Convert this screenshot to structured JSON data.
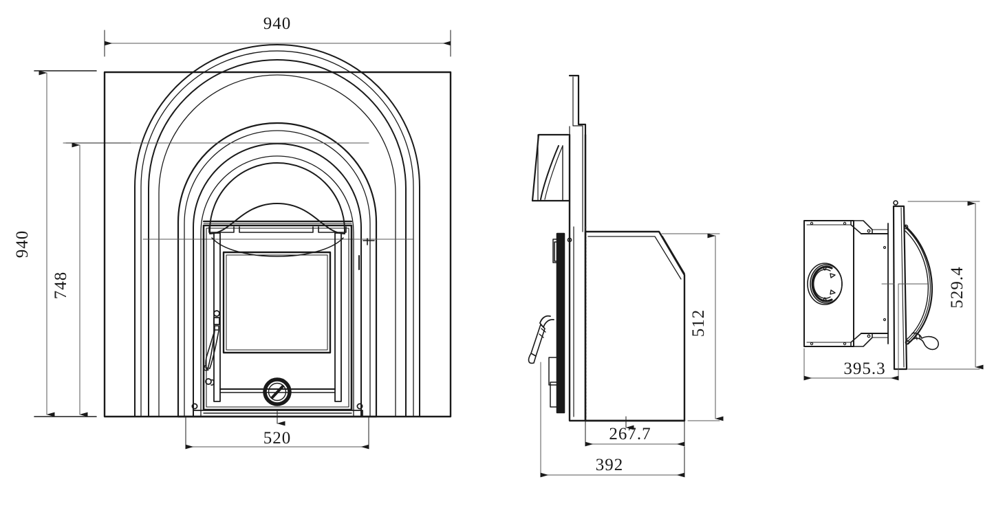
{
  "drawing": {
    "title": "Fireplace insert technical drawing",
    "units": "mm",
    "background_color": "#ffffff",
    "line_color": "#1a1a1a",
    "thin_line_color": "#555555",
    "text_color": "#1a1a1a"
  },
  "views": [
    {
      "id": "front-view",
      "name": "front-elevation",
      "label": ""
    },
    {
      "id": "side-view",
      "name": "side-elevation",
      "label": ""
    },
    {
      "id": "plan-view",
      "name": "plan-section-view",
      "label": ""
    }
  ],
  "dimensions": {
    "front_width": {
      "value": "940",
      "orientation": "horizontal",
      "view": "front-view"
    },
    "front_overall_height": {
      "value": "940",
      "orientation": "vertical",
      "view": "front-view"
    },
    "front_inner_height": {
      "value": "748",
      "orientation": "vertical",
      "view": "front-view"
    },
    "front_opening_width": {
      "value": "520",
      "orientation": "horizontal",
      "view": "front-view"
    },
    "side_body_height": {
      "value": "512",
      "orientation": "vertical",
      "view": "side-view"
    },
    "side_body_depth": {
      "value": "267.7",
      "orientation": "horizontal",
      "view": "side-view"
    },
    "side_overall_depth": {
      "value": "392",
      "orientation": "horizontal",
      "view": "side-view"
    },
    "plan_width": {
      "value": "529.4",
      "orientation": "vertical",
      "view": "plan-view"
    },
    "plan_depth": {
      "value": "395.3",
      "orientation": "horizontal",
      "view": "plan-view"
    }
  }
}
